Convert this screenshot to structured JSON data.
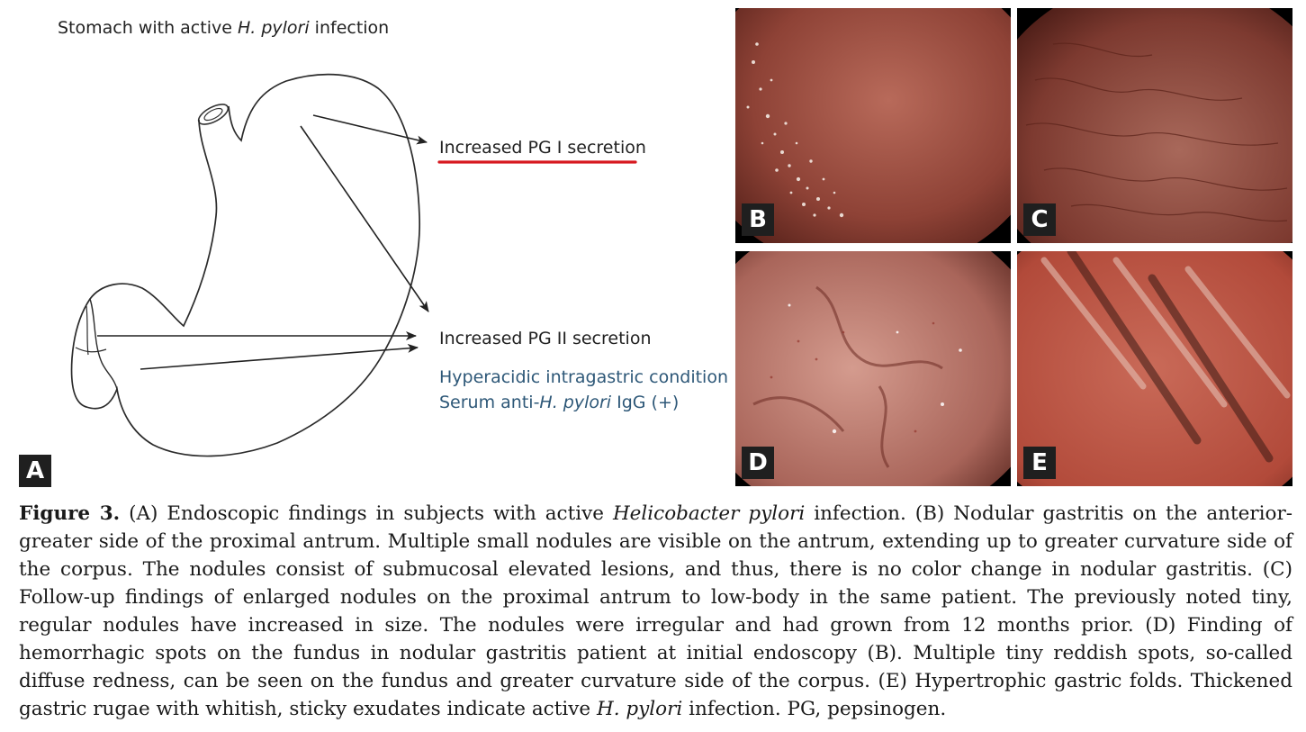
{
  "panel_a": {
    "title_prefix": "Stomach with active ",
    "title_italic": "H. pylori",
    "title_suffix": " infection",
    "label_pg1": "Increased PG I secretion",
    "label_pg2": "Increased PG II secretion",
    "label_hyper": "Hyperacidic intragastric condition",
    "label_serum_prefix": "Serum anti-",
    "label_serum_italic": "H. pylori",
    "label_serum_suffix": " IgG (+)",
    "badge": "A",
    "underline_color": "#d71920",
    "blue_text_color": "#2e5878"
  },
  "photos": {
    "b": "B",
    "c": "C",
    "d": "D",
    "e": "E"
  },
  "caption": {
    "fig_label": "Figure 3.",
    "s1": " (A) Endoscopic findings in subjects with active ",
    "s1_italic": "Helicobacter pylori",
    "s2": " infection. (B) Nodular gastritis on the anterior-greater side of the proximal antrum. Multiple small nodules are visible on the antrum, extending up to greater curvature side of the corpus. The nodules consist of submucosal elevated lesions, and thus, there is no color change in nodular gastritis. (C) Follow-up findings of enlarged nodules on the proximal antrum to low-body in the same patient. The previously noted tiny, regular nodules have increased in size. The nodules were irregular and had grown from 12 months prior. (D) Finding of hemorrhagic spots on the fundus in nodular gastritis patient at initial endoscopy (B). Multiple tiny reddish spots, so-called diffuse redness, can be seen on the fundus and greater curvature side of the corpus. (E) Hypertrophic gastric folds. Thickened gastric rugae with whitish, sticky exudates indicate active ",
    "s2_italic": "H. pylori",
    "s3": " infection. PG, pepsinogen."
  }
}
